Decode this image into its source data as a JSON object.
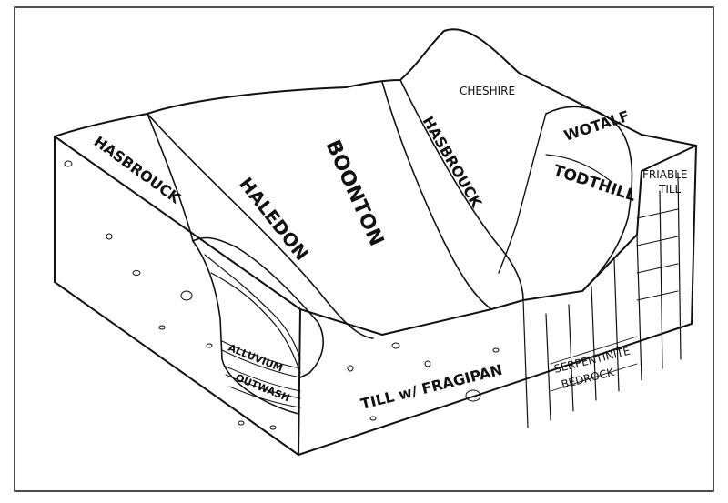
{
  "labels": {
    "cheshire": "CHESHIRE",
    "hasbrouck_left": "HASBROUCK",
    "hasbrouck_right": "HASBROUCK",
    "haledon": "HALEDON",
    "boonton": "BOONTON",
    "wotalf": "WOTALF",
    "todthill": "TODTHILL",
    "friable_till": [
      "FRIABLE",
      "TILL"
    ],
    "alluvium": "ALLUVIUM",
    "outwash": "OUTWASH",
    "till_fragipan": "TILL w/ FRAGIPAN",
    "serpentinite_bedrock": [
      "SERPENTINITE",
      "BEDROCK"
    ]
  },
  "colors": {
    "ink": "#111111",
    "paper": "#ffffff"
  }
}
